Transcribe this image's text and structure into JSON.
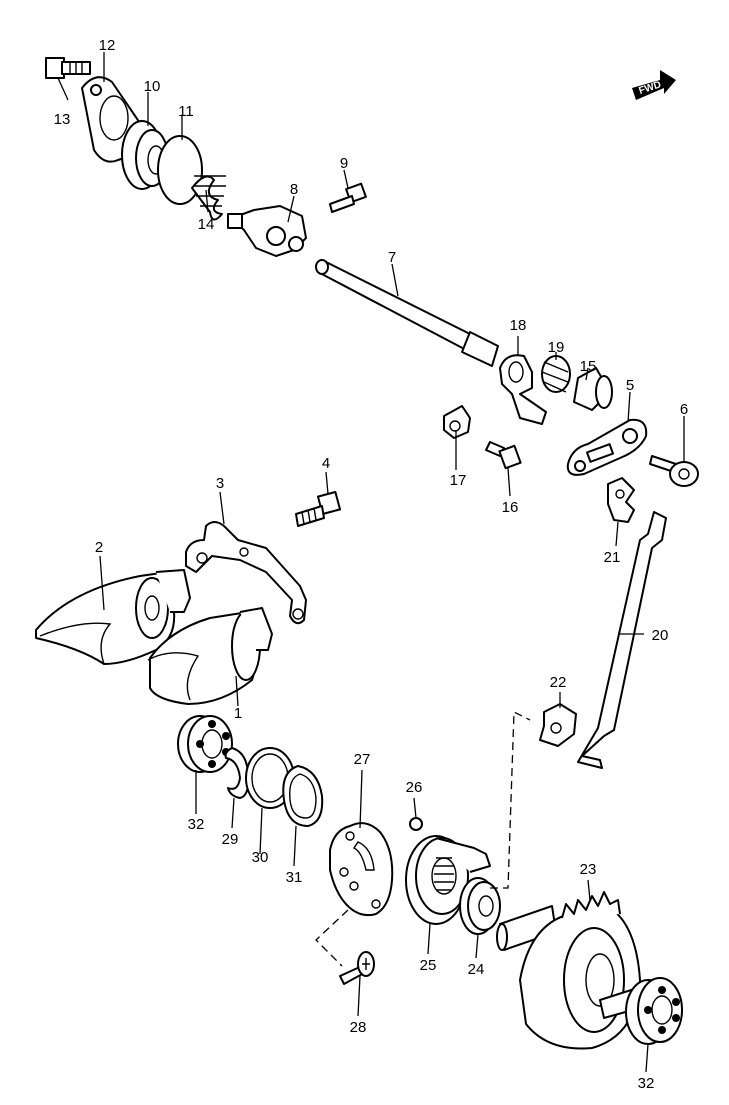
{
  "fwd_label": "FWD",
  "callouts": {
    "c1": "1",
    "c2": "2",
    "c3": "3",
    "c4": "4",
    "c5": "5",
    "c6": "6",
    "c7": "7",
    "c8": "8",
    "c9": "9",
    "c10": "10",
    "c11": "11",
    "c12": "12",
    "c13": "13",
    "c14": "14",
    "c15": "15",
    "c16": "16",
    "c17": "17",
    "c18": "18",
    "c19": "19",
    "c20": "20",
    "c21": "21",
    "c22": "22",
    "c23": "23",
    "c24": "24",
    "c25": "25",
    "c26": "26",
    "c27": "27",
    "c28": "28",
    "c29": "29",
    "c30": "30",
    "c31": "31",
    "c32a": "32",
    "c32b": "32"
  }
}
